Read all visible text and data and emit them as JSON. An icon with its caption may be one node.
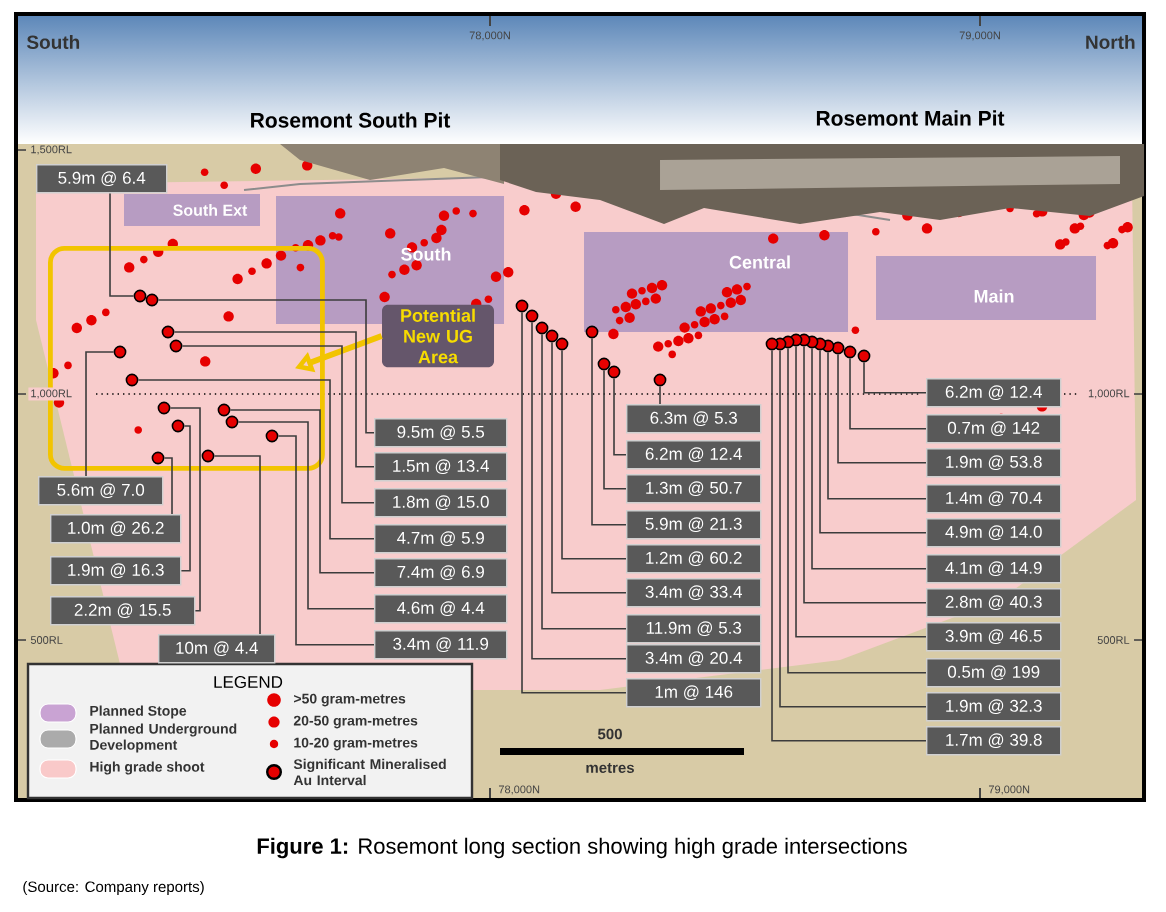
{
  "diagram": {
    "caption": "**Figure 1:** Rosemont long section showing high grade intersections",
    "nodes": [
      {
        "text": [
          "5.9m @ 6.4"
        ]
      },
      {
        "text": [],
        "shape": "box"
      },
      {
        "text": [
          "Potential New UG Area"
        ]
      },
      {
        "text": [
          "5.6m @ 7.0"
        ]
      },
      {
        "text": [
          "1.0m @ 26.2"
        ]
      },
      {
        "text": [
          "1.9m @ 16.3"
        ]
      },
      {
        "text": [
          "2.2m @ 15.5"
        ]
      },
      {
        "text": [
          "10m @ 4.4"
        ]
      },
      {
        "text": [
          "9.5m @ 5.5"
        ]
      },
      {
        "text": [
          "1.5m @ 13.4"
        ]
      },
      {
        "text": [
          "1.8m @ 15.0"
        ]
      },
      {
        "text": [
          "4.7m @ 5.9"
        ]
      },
      {
        "text": [
          "7.4m @ 6.9"
        ]
      },
      {
        "text": [
          "4.6m @ 4.4"
        ]
      },
      {
        "text": [
          "3.4m @ 11.9"
        ]
      },
      {
        "text": [
          "6.3m @ 5.3"
        ]
      },
      {
        "text": [
          "6.2m @ 12.4"
        ]
      },
      {
        "text": [
          "1.3m @ 50.7"
        ]
      },
      {
        "text": [
          "5.9m @ 21.3"
        ]
      },
      {
        "text": [
          "1.2m @ 60.2"
        ]
      },
      {
        "text": [
          "3.4m @ 33.4"
        ]
      },
      {
        "text": [
          "11.9m @ 5.3"
        ]
      },
      {
        "text": [
          "3.4m @ 20.4"
        ]
      },
      {
        "text": [
          "1m @ 146"
        ]
      },
      {
        "text": [
          "6.2m @ 12.4"
        ]
      },
      {
        "text": [
          "0.7m @ 142"
        ]
      },
      {
        "text": [
          "1.9m @ 53.8"
        ]
      },
      {
        "text": [
          "1.4m @ 70.4"
        ]
      },
      {
        "text": [
          "4.9m @ 14.0"
        ]
      },
      {
        "text": [
          "4.1m @ 14.9"
        ]
      },
      {
        "text": [
          "2.8m @ 40.3"
        ]
      },
      {
        "text": [
          "3.9m @ 46.5"
        ]
      },
      {
        "text": [
          "0.5m @ 199"
        ]
      },
      {
        "text": [
          "1.9m @ 32.3"
        ]
      },
      {
        "text": [
          "1.7m @ 39.8"
        ]
      },
      {
        "text": [],
        "shape": "circle",
        "in": 1
      },
      {
        "text": [],
        "shape": "circle",
        "in": 1
      },
      {
        "text": [],
        "shape": "circle",
        "in": 1
      },
      {
        "text": [],
        "shape": "circle",
        "in": 1
      },
      {
        "text": [],
        "shape": "circle",
        "in": 1
      },
      {
        "text": [],
        "shape": "circle",
        "in": 1
      },
      {
        "text": [],
        "shape": "circle",
        "in": 1
      },
      {
        "text": [],
        "shape": "circle",
        "in": 1
      },
      {
        "text": [],
        "shape": "circle",
        "in": 1
      },
      {
        "text": [],
        "shape": "circle",
        "in": 1
      },
      {
        "text": [],
        "shape": "circle",
        "in": 1
      },
      {
        "text": [],
        "shape": "circle",
        "in": 1
      },
      {
        "text": [],
        "shape": "circle",
        "in": 1
      },
      {
        "text": [],
        "shape": "circle"
      },
      {
        "text": [],
        "shape": "circle"
      },
      {
        "text": [],
        "shape": "circle"
      },
      {
        "text": [],
        "shape": "circle"
      },
      {
        "text": [],
        "shape": "circle"
      },
      {
        "text": [],
        "shape": "circle"
      },
      {
        "text": [],
        "shape": "circle"
      },
      {
        "text": [],
        "shape": "circle"
      },
      {
        "text": [],
        "shape": "circle"
      },
      {
        "text": [],
        "shape": "circle"
      },
      {
        "text": [],
        "shape": "circle"
      },
      {
        "text": [],
        "shape": "circle"
      },
      {
        "text": [],
        "shape": "circle"
      },
      {
        "text": [],
        "shape": "circle"
      },
      {
        "text": [],
        "shape": "circle"
      },
      {
        "text": [],
        "shape": "circle"
      },
      {
        "text": [],
        "shape": "circle"
      },
      {
        "text": [],
        "shape": "circle"
      },
      {
        "text": [],
        "shape": "circle"
      },
      {
        "text": [],
        "shape": "circle"
      }
    ],
    "edges": [
      {
        "from": 2,
        "to": 1,
        "arrow": "to",
        "style": "thick",
        "color": "#f2c400"
      },
      {
        "from": 0,
        "to": 35,
        "arrow": "none"
      },
      {
        "from": 3,
        "to": 36,
        "arrow": "none"
      },
      {
        "from": 4,
        "to": 37,
        "arrow": "none"
      },
      {
        "from": 5,
        "to": 38,
        "arrow": "none"
      },
      {
        "from": 6,
        "to": 39,
        "arrow": "none"
      },
      {
        "from": 7,
        "to": 40,
        "arrow": "none"
      },
      {
        "from": 8,
        "to": 41,
        "arrow": "none"
      },
      {
        "from": 9,
        "to": 42,
        "arrow": "none"
      },
      {
        "from": 10,
        "to": 43,
        "arrow": "none"
      },
      {
        "from": 11,
        "to": 44,
        "arrow": "none"
      },
      {
        "from": 12,
        "to": 45,
        "arrow": "none"
      },
      {
        "from": 13,
        "to": 46,
        "arrow": "none"
      },
      {
        "from": 14,
        "to": 47,
        "arrow": "none"
      },
      {
        "from": 15,
        "to": 48,
        "arrow": "none"
      },
      {
        "from": 16,
        "to": 49,
        "arrow": "none"
      },
      {
        "from": 17,
        "to": 50,
        "arrow": "none"
      },
      {
        "from": 18,
        "to": 51,
        "arrow": "none"
      },
      {
        "from": 19,
        "to": 52,
        "arrow": "none"
      },
      {
        "from": 20,
        "to": 53,
        "arrow": "none"
      },
      {
        "from": 21,
        "to": 54,
        "arrow": "none"
      },
      {
        "from": 22,
        "to": 55,
        "arrow": "none"
      },
      {
        "from": 23,
        "to": 56,
        "arrow": "none"
      },
      {
        "from": 24,
        "to": 57,
        "arrow": "none"
      },
      {
        "from": 25,
        "to": 58,
        "arrow": "none"
      },
      {
        "from": 26,
        "to": 59,
        "arrow": "none"
      },
      {
        "from": 27,
        "to": 60,
        "arrow": "none"
      },
      {
        "from": 28,
        "to": 61,
        "arrow": "none"
      },
      {
        "from": 29,
        "to": 62,
        "arrow": "none"
      },
      {
        "from": 30,
        "to": 63,
        "arrow": "none"
      },
      {
        "from": 31,
        "to": 64,
        "arrow": "none"
      },
      {
        "from": 32,
        "to": 65,
        "arrow": "none"
      },
      {
        "from": 33,
        "to": 66,
        "arrow": "none"
      },
      {
        "from": 34,
        "to": 67,
        "arrow": "none"
      }
    ],
    "labels": [
      "South",
      "78,000N",
      "79,000N",
      "North",
      "Rosemont South Pit",
      "Rosemont Main Pit",
      "1,500RL",
      "South Ext",
      "South",
      "Central",
      "Main",
      "1,000RL",
      "1,000RL",
      "500RL",
      "500RL",
      "LEGEND",
      "500",
      "metres",
      "78,000N",
      "79,000N",
      "(Source: Company reports)"
    ],
    "legend": [
      {
        "text": "Planned Stope",
        "color": "#c9a3d3"
      },
      {
        "text": "Planned Underground Development",
        "color": "#ababab"
      },
      {
        "text": "High grade shoot",
        "color": "#f9c9c9"
      },
      {
        "text": ">50 gram-metres"
      },
      {
        "text": "20-50 gram-metres"
      },
      {
        "text": "10-20 gram-metres"
      },
      {
        "text": "Significant Mineralised Au Interval"
      }
    ]
  }
}
